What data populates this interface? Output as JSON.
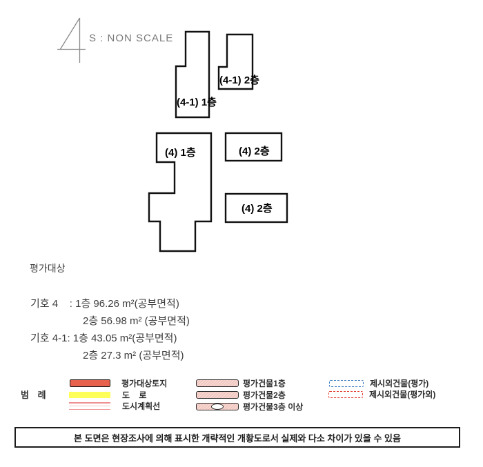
{
  "diagram": {
    "figure_mark": "4",
    "scale_note": "S : NON SCALE",
    "shape_labels": {
      "s41_1f": "(4-1) 1층",
      "s41_2f": "(4-1) 2층",
      "s4_1f": "(4) 1층",
      "s4_2f_a": "(4) 2층",
      "s4_2f_b": "(4) 2층"
    }
  },
  "section": {
    "title": "평가대상",
    "lines": [
      "기호 4    : 1층 96.26 m²(공부면적)",
      "2층 56.98 m² (공부면적)",
      "기호 4-1: 1층 43.05 m²(공부면적)",
      "2층 27.3 m² (공부면적)"
    ]
  },
  "legend": {
    "title": "범 례",
    "items": [
      {
        "key": "target-land",
        "label": "평가대상토지"
      },
      {
        "key": "road",
        "label": "도 로"
      },
      {
        "key": "city-planning-line",
        "label": "도시계획선"
      },
      {
        "key": "building-1f",
        "label": "평가건물1층"
      },
      {
        "key": "building-2f",
        "label": "평가건물2층"
      },
      {
        "key": "building-3f-plus",
        "label": "평가건물3층 이상"
      },
      {
        "key": "extra-building-appraised",
        "label": "제시외건물(평가)"
      },
      {
        "key": "extra-building-excluded",
        "label": "제시외건물(평가외)"
      }
    ],
    "colors": {
      "target_land_fill": "#e8614d",
      "road_fill": "#ffff5a",
      "planning_line": "#ef8f8f",
      "building_fill": "#f6d7d1",
      "extra_appraised_border": "#3f7ec0",
      "extra_excluded_border": "#e23b2e",
      "outline_stroke": "#101010"
    }
  },
  "disclaimer": "본 도면은 현장조사에 의해 표시한 개략적인 개황도로서 실제와 다소 차이가 있을 수 있음"
}
